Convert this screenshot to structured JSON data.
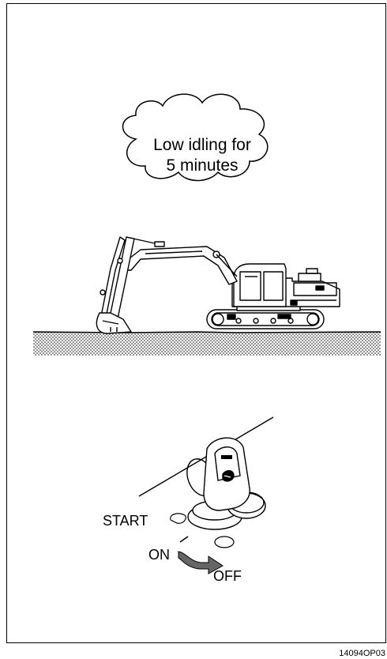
{
  "cloud": {
    "line1": "Low idling for",
    "line2": "5 minutes"
  },
  "key_switch": {
    "start_label": "START",
    "on_label": "ON",
    "off_label": "OFF"
  },
  "figure_code": "14094OP03"
}
